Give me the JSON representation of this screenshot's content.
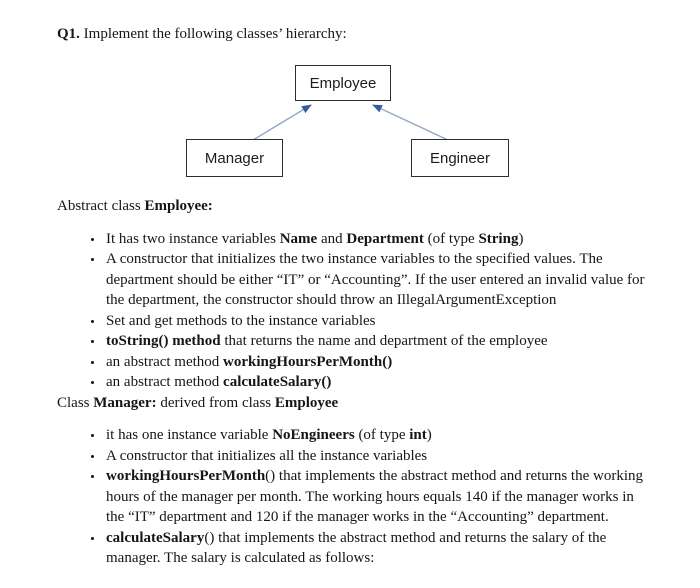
{
  "question": {
    "title_segments": [
      {
        "t": "Q1.",
        "b": true
      },
      {
        "t": " Implement the following classes’ hierarchy:",
        "b": false
      }
    ]
  },
  "diagram": {
    "nodes": {
      "employee": "Employee",
      "manager": "Manager",
      "engineer": "Engineer"
    },
    "edges": [
      {
        "from": "Manager",
        "to": "Employee",
        "type": "inheritance"
      },
      {
        "from": "Engineer",
        "to": "Employee",
        "type": "inheritance"
      }
    ],
    "line_color": "#92a7c5",
    "arrow_color": "#3a5b9c"
  },
  "sections": {
    "employee": {
      "heading": [
        {
          "t": "Abstract class ",
          "b": false
        },
        {
          "t": "Employee:",
          "b": true
        }
      ],
      "bullets": [
        [
          {
            "t": "It has two instance variables ",
            "b": false
          },
          {
            "t": "Name",
            "b": true
          },
          {
            "t": " and ",
            "b": false
          },
          {
            "t": "Department",
            "b": true
          },
          {
            "t": " (of type ",
            "b": false
          },
          {
            "t": "String",
            "b": true
          },
          {
            "t": ")",
            "b": false
          }
        ],
        [
          {
            "t": "A constructor that initializes the two instance variables to the specified values. The department should be either “IT” or “Accounting”. If the user entered an invalid value for the department, the constructor should throw an IllegalArgumentException",
            "b": false
          }
        ],
        [
          {
            "t": "Set and get methods to the instance variables",
            "b": false
          }
        ],
        [
          {
            "t": "toString() method",
            "b": true
          },
          {
            "t": " that returns the name and department of the employee",
            "b": false
          }
        ],
        [
          {
            "t": "an abstract method ",
            "b": false
          },
          {
            "t": "workingHoursPerMonth()",
            "b": true
          }
        ],
        [
          {
            "t": "an abstract method ",
            "b": false
          },
          {
            "t": "calculateSalary()",
            "b": true
          }
        ]
      ]
    },
    "manager": {
      "heading": [
        {
          "t": "Class ",
          "b": false
        },
        {
          "t": "Manager:",
          "b": true
        },
        {
          "t": " derived from class ",
          "b": false
        },
        {
          "t": "Employee",
          "b": true
        }
      ],
      "bullets": [
        [
          {
            "t": "it has one instance variable ",
            "b": false
          },
          {
            "t": "NoEngineers",
            "b": true
          },
          {
            "t": " (of type ",
            "b": false
          },
          {
            "t": "int",
            "b": true
          },
          {
            "t": ")",
            "b": false
          }
        ],
        [
          {
            "t": "A constructor that initializes all the instance variables",
            "b": false
          }
        ],
        [
          {
            "t": "workingHoursPerMonth",
            "b": true
          },
          {
            "t": "() that implements the abstract method and returns the working hours of the manager per month. The working hours equals 140 if the manager works in the “IT” department and 120 if the manager works in the “Accounting” department.",
            "b": false
          }
        ],
        [
          {
            "t": "calculateSalary",
            "b": true
          },
          {
            "t": "() that implements the abstract method and returns the salary of the manager. The salary is calculated as follows:",
            "b": false
          }
        ]
      ]
    }
  }
}
